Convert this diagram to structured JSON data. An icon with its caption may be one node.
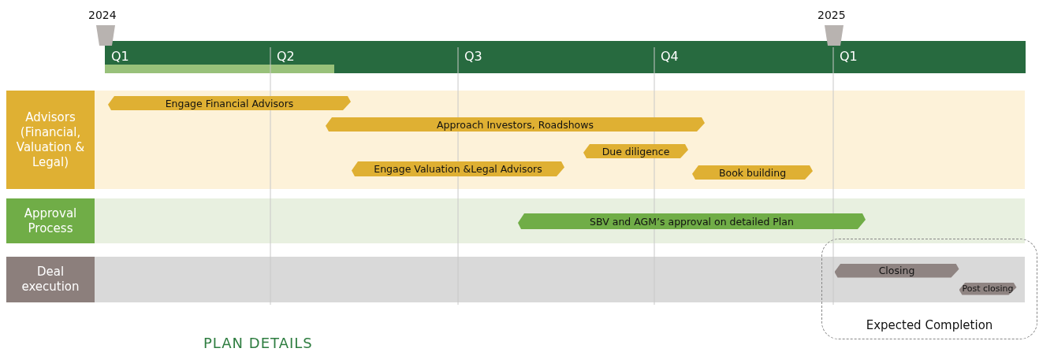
{
  "diagram": {
    "title": "PLAN DETAILS",
    "nodes": [
      {
        "text": [
          "Advisors (Financial, Valuation & Legal)"
        ]
      },
      {
        "text": [
          "Approval Process"
        ]
      },
      {
        "text": [
          "Deal execution"
        ]
      },
      {
        "text": [
          "Engage Financial Advisors"
        ]
      },
      {
        "text": [
          "Approach Investors, Roadshows"
        ]
      },
      {
        "text": [
          "Due diligence"
        ]
      },
      {
        "text": [
          "Engage Valuation &Legal Advisors"
        ]
      },
      {
        "text": [
          "Book building"
        ]
      },
      {
        "text": [
          "SBV and AGM’s approval on detailed Plan"
        ]
      },
      {
        "text": [
          "Expected Completion"
        ]
      },
      {
        "text": [
          "Closing"
        ],
        "in": 9
      },
      {
        "text": [
          "Post closing"
        ],
        "in": 9
      }
    ],
    "labels": [
      "2024",
      "2025",
      "Q1",
      "Q2",
      "Q3",
      "Q4",
      "Q1"
    ]
  }
}
